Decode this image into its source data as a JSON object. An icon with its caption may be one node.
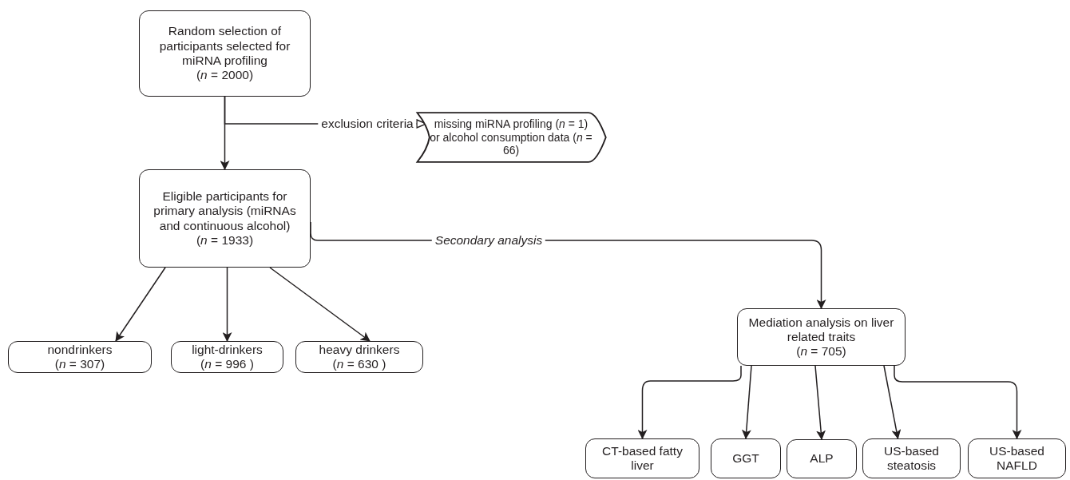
{
  "diagram": {
    "nodes": [
      {
        "text": [
          "Random selection of participants selected for miRNA profiling",
          "(*n* = 2000)"
        ]
      },
      {
        "text": [
          "Eligible participants for primary analysis (miRNAs and continuous alcohol)",
          "(*n* = 1933)"
        ]
      },
      {
        "text": [
          "missing miRNA profiling (*n* = 1) or alcohol consumption data (*n* = 66)"
        ]
      },
      {
        "text": [
          "nondrinkers",
          "(*n* = 307)"
        ]
      },
      {
        "text": [
          "light-drinkers",
          "(*n* = 996 )"
        ]
      },
      {
        "text": [
          "heavy drinkers",
          "(*n* = 630 )"
        ]
      },
      {
        "text": [
          "Mediation analysis on liver related traits",
          "(*n* = 705)"
        ]
      },
      {
        "text": [
          "CT-based fatty liver"
        ]
      },
      {
        "text": [
          "GGT"
        ]
      },
      {
        "text": [
          "ALP"
        ]
      },
      {
        "text": [
          "US-based steatosis"
        ]
      },
      {
        "text": [
          "US-based NAFLD"
        ]
      }
    ],
    "edges": [
      {
        "from": 0,
        "to": 1,
        "arrow": "to"
      },
      {
        "from": 0,
        "to": 2,
        "arrow": "to",
        "label": "exclusion criteria"
      },
      {
        "from": 1,
        "to": 3,
        "arrow": "to"
      },
      {
        "from": 1,
        "to": 4,
        "arrow": "to"
      },
      {
        "from": 1,
        "to": 5,
        "arrow": "to"
      },
      {
        "from": 1,
        "to": 6,
        "arrow": "to",
        "label": "*Secondary analysis*"
      },
      {
        "from": 6,
        "to": 7,
        "arrow": "to"
      },
      {
        "from": 6,
        "to": 8,
        "arrow": "to"
      },
      {
        "from": 6,
        "to": 9,
        "arrow": "to"
      },
      {
        "from": 6,
        "to": 10,
        "arrow": "to"
      },
      {
        "from": 6,
        "to": 11,
        "arrow": "to"
      }
    ]
  }
}
